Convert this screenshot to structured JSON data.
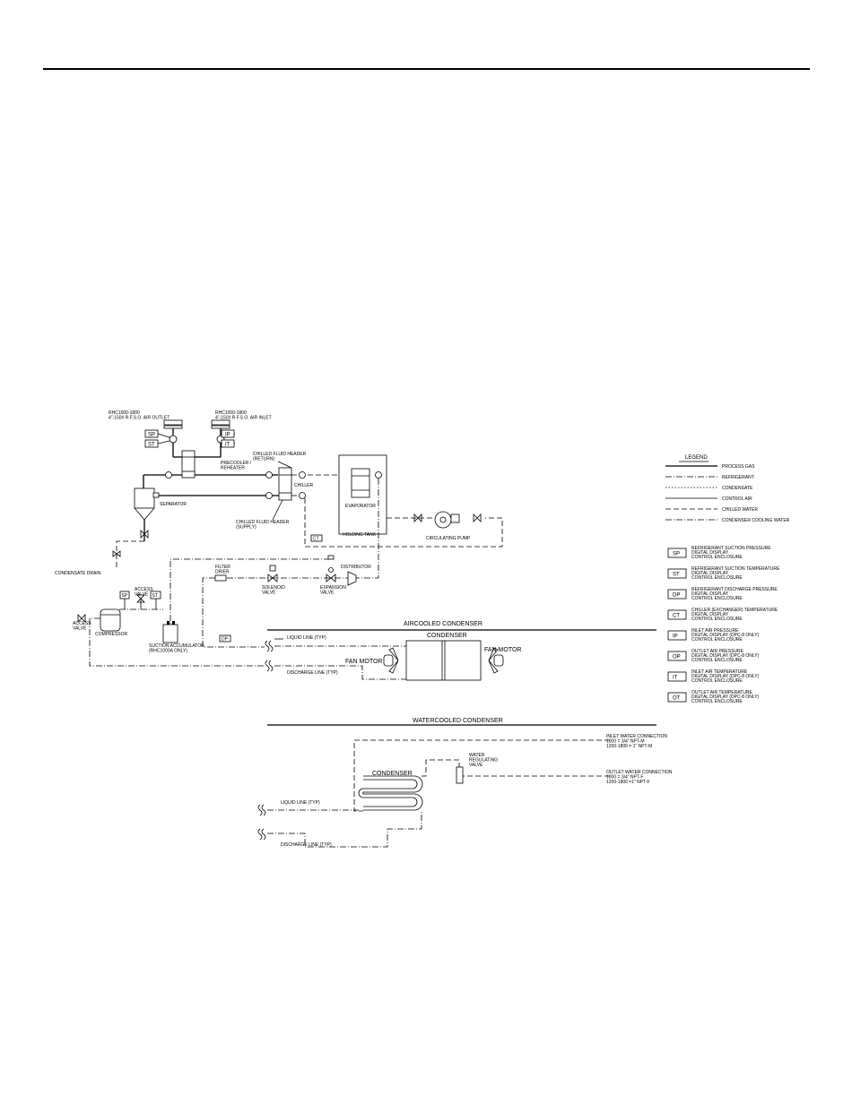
{
  "diagram": {
    "top_labels": {
      "outlet": "RHC1000-1800\n4\"-150# R.F.S.O. AIR OUTLET",
      "inlet": "RHC1000-1800\n4\"-150# R.F.S.O. AIR INLET",
      "precooler": "PRECOOLER /\nREHEATER",
      "chilled_return": "CHILLED FLUID HEADER\n(RETURN)",
      "chilled_supply": "CHILLED FLUID HEADER\n(SUPPLY)",
      "chiller": "CHILLER",
      "separator": "SEPARATOR",
      "evaporator": "EVAPORATOR",
      "holding_tank": "HOLDING TANK",
      "circulating_pump": "CIRCULATING PUMP",
      "condensate_drain": "CONDENSATE DRAIN",
      "filter_drier": "FILTER\nDRIER",
      "solenoid_valve": "SOLENOID\nVALVE",
      "distributor": "DISTRIBUTOR",
      "expansion_valve": "EXPANSION\nVALVE",
      "access_valve_top": "ACCESS\nVALVE",
      "access_valve_left": "ACCESS\nVALVE",
      "compressor": "COMPRESSOR",
      "suction_accumulator": "SUCTION ACCUMULATOR\n(RHC1000A ONLY)"
    },
    "tags": {
      "sp": "SP",
      "st": "ST",
      "ip": "IP",
      "it": "IT",
      "ct": "CT",
      "dp": "DP"
    },
    "aircooled": {
      "title": "AIRCOOLED CONDENSER",
      "condenser": "CONDENSER",
      "fan_motor_left": "FAN MOTOR",
      "fan_motor_right": "FAN MOTOR",
      "liquid_line": "LIQUID LINE (TYP)",
      "discharge_line": "DISCHARGE LINE (TYP)"
    },
    "watercooled": {
      "title": "WATERCOOLED CONDENSER",
      "condenser": "CONDENSER",
      "water_reg_valve": "WATER\nREGULATING\nVALVE",
      "inlet_conn": "INLET WATER CONNECTION\n1000 = 3/4\" NPT-M\n1200-1800 = 1\" NPT-M",
      "outlet_conn": "OUTLET WATER CONNECTION\n1000 = 3/4\" NPT-F\n1200-1800 =1\" NPT-F",
      "liquid_line": "LIQUID LINE (TYP)",
      "discharge_line": "DISCHARGE LINE (TYP)"
    },
    "legend": {
      "title": "LEGEND",
      "lines": [
        "PROCESS GAS",
        "REFRIGERANT",
        "CONDENSATE",
        "CONTROL AIR",
        "CHILLED WATER",
        "CONDENSER COOLING WATER"
      ],
      "instruments": [
        {
          "tag": "SP",
          "text": "REFRIGERANT SUCTION PRESSURE\nDIGITAL DISPLAY\nCONTROL ENCLOSURE"
        },
        {
          "tag": "ST",
          "text": "REFRIGERANT SUCTION TEMPERATURE\nDIGITAL DISPLAY\nCONTROL ENCLOSURE"
        },
        {
          "tag": "DP",
          "text": "REFRIGERANT DISCHARGE PRESSURE\nDIGITAL DISPLAY\nCONTROL ENCLOSURE"
        },
        {
          "tag": "CT",
          "text": "CHILLER (EXCHANGER) TEMPERATURE\nDIGITAL DISPLAY\nCONTROL ENCLOSURE"
        },
        {
          "tag": "IP",
          "text": "INLET AIR PRESSURE\nDIGITAL DISPLAY (DPC-8 ONLY)\nCONTROL ENCLOSURE"
        },
        {
          "tag": "OP",
          "text": "OUTLET AIR PRESSURE\nDIGITAL DISPLAY (DPC-8 ONLY)\nCONTROL ENCLOSURE"
        },
        {
          "tag": "IT",
          "text": "INLET AIR TEMPERATURE\nDIGITAL DISPLAY (DPC-8 ONLY)\nCONTROL ENCLOSURE"
        },
        {
          "tag": "OT",
          "text": "OUTLET AIR TEMPERATURE\nDIGITAL DISPLAY (DPC-8 ONLY)\nCONTROL ENCLOSURE"
        }
      ]
    }
  }
}
